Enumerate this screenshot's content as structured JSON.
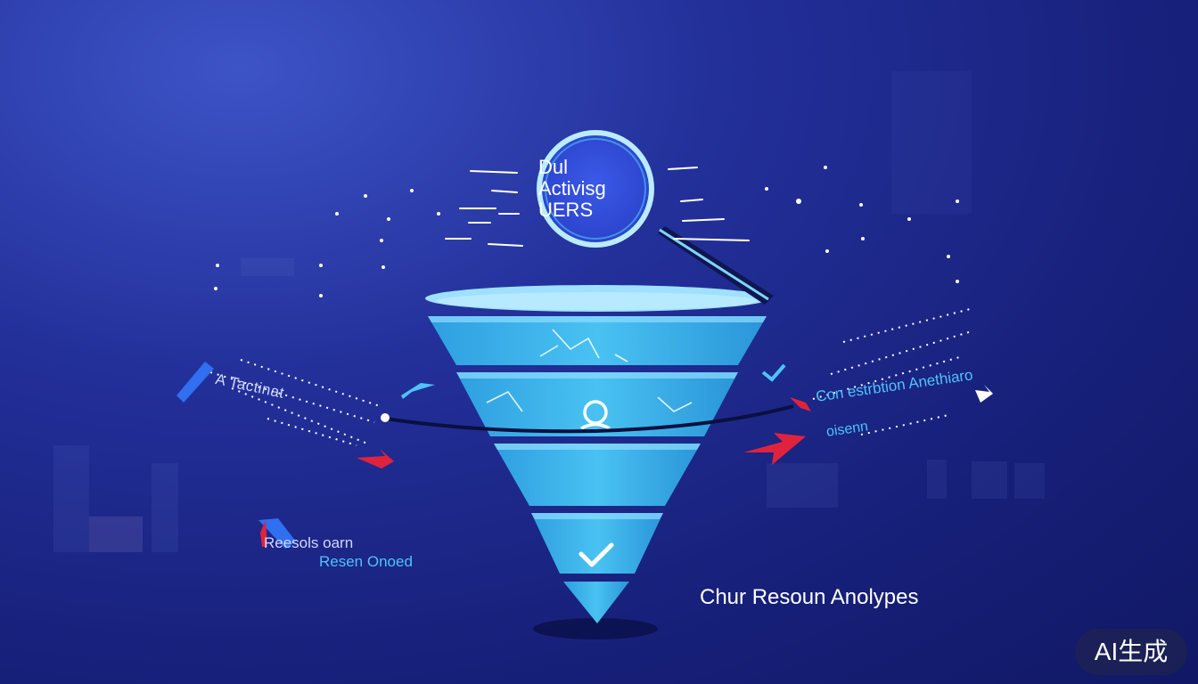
{
  "magnifier": {
    "line1": "Dul",
    "line2": "Activisg",
    "line3": "UERS"
  },
  "labels": {
    "left_diagonal": "A  Tactinat",
    "left_bottom_1": "Reesols oarn",
    "left_bottom_2": "Resen Onoed",
    "right_1": "Con estrbtion Anethiaro",
    "right_2": "oisenn"
  },
  "caption": "Chur Resoun Anolypes",
  "badge": "AI生成",
  "colors": {
    "background": "#1a2385",
    "funnel": "#3fb6ec",
    "funnel_light": "#8fdcff",
    "accent_red": "#e0233d",
    "accent_blue": "#4fc3f7"
  },
  "icons": [
    "magnifier-icon",
    "target-icon",
    "checkmark-icon",
    "arrow-icon"
  ]
}
